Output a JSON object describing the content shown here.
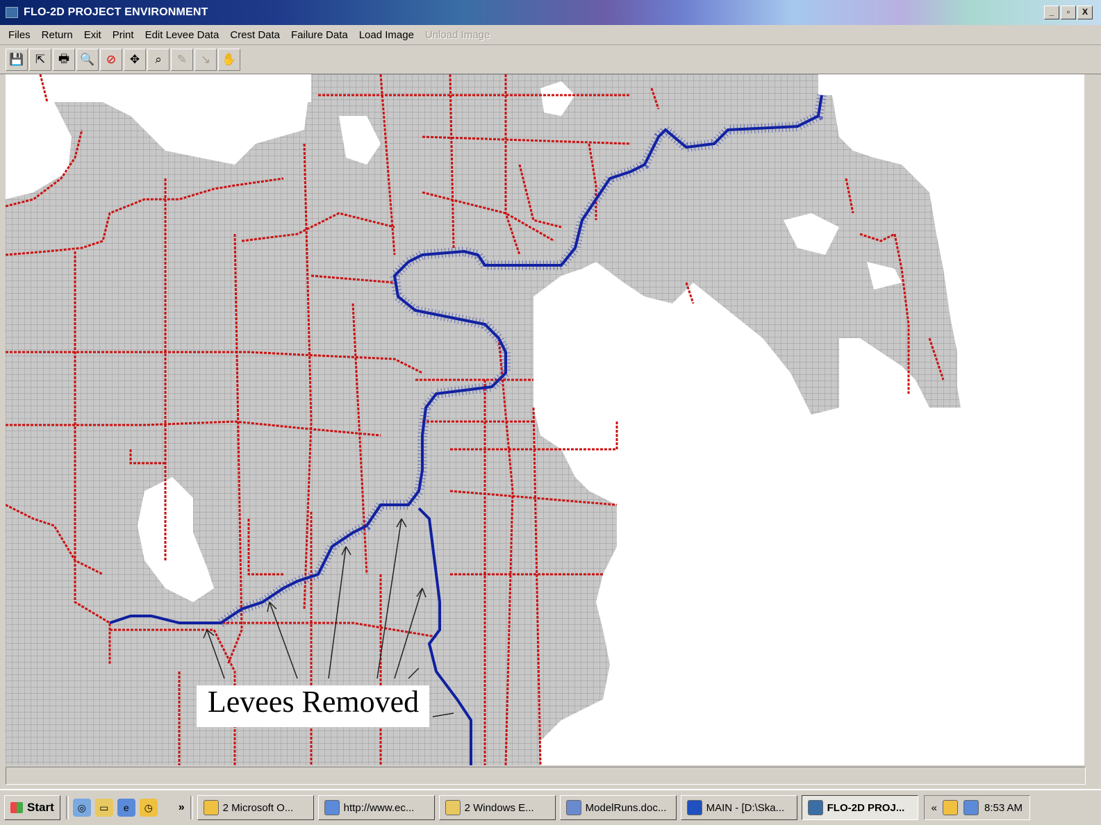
{
  "window": {
    "title": "FLO-2D PROJECT ENVIRONMENT",
    "minimize": "_",
    "maximize": "▫",
    "close": "X"
  },
  "menu": {
    "files": "Files",
    "return": "Return",
    "exit": "Exit",
    "print": "Print",
    "edit_levee": "Edit Levee Data",
    "crest": "Crest Data",
    "failure": "Failure Data",
    "load_image": "Load Image",
    "unload_image": "Unload Image"
  },
  "toolbar": {
    "save_icon": "💾",
    "open_icon": "⇱",
    "print_icon": "🖶",
    "zoom_icon": "🔍",
    "clear_icon": "⊘",
    "pan_icon": "✥",
    "zoom_window_icon": "⌕",
    "draw_icon": "✎",
    "pointer_icon": "↘",
    "hand_icon": "✋"
  },
  "map": {
    "annotation": "Levees Removed",
    "colors": {
      "grid": "#c8c8c8",
      "grid_line": "#8a8a8a",
      "levee": "#cc1111",
      "channel": "#1020a0"
    }
  },
  "taskbar": {
    "start": "Start",
    "chevron": "»",
    "tasks": [
      "2 Microsoft O...",
      "http://www.ec...",
      "2 Windows E...",
      "ModelRuns.doc...",
      "MAIN - [D:\\Ska...",
      "FLO-2D PROJ..."
    ],
    "tray_chevron": "«",
    "clock": "8:53 AM"
  }
}
